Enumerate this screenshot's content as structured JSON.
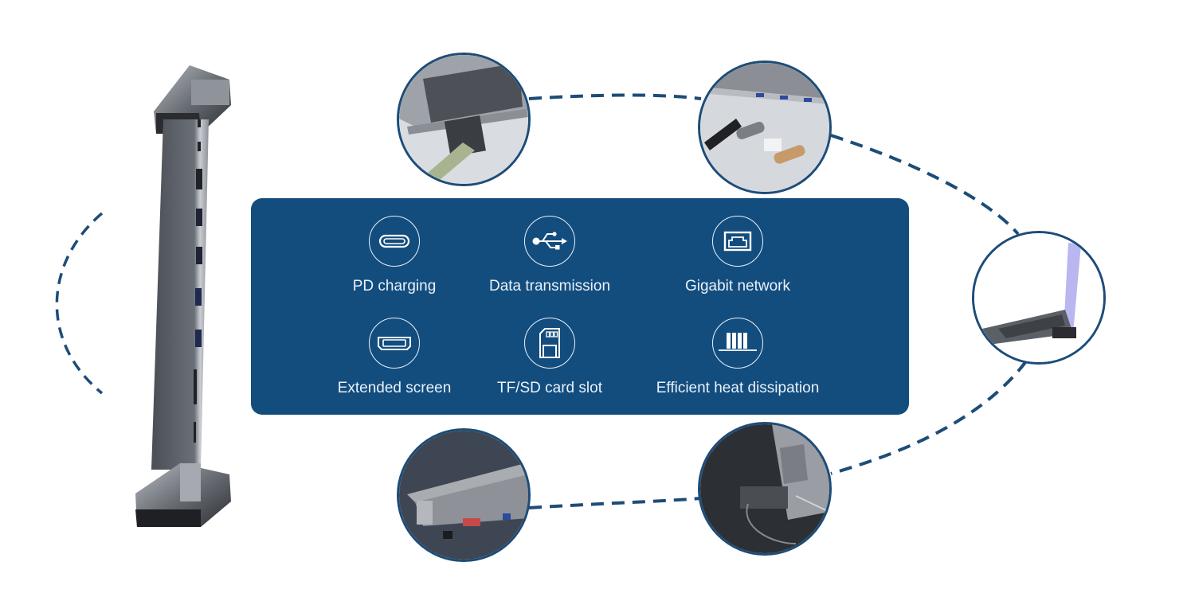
{
  "features": [
    {
      "label": "PD charging",
      "icon": "usb-c-port-icon"
    },
    {
      "label": "Data transmission",
      "icon": "usb-symbol-icon"
    },
    {
      "label": "Gigabit network",
      "icon": "ethernet-port-icon"
    },
    {
      "label": "Extended screen",
      "icon": "hdmi-port-icon"
    },
    {
      "label": "TF/SD card slot",
      "icon": "sd-card-icon"
    },
    {
      "label": "Efficient heat dissipation",
      "icon": "heat-sink-icon"
    }
  ],
  "photos": [
    {
      "name": "ethernet-cable-photo"
    },
    {
      "name": "usb-drives-photo"
    },
    {
      "name": "laptop-on-stand-photo"
    },
    {
      "name": "card-reader-photo"
    },
    {
      "name": "rear-ports-photo"
    }
  ],
  "colors": {
    "panel": "#134d7e",
    "accent": "#1d4c78",
    "text": "#e9f1fa"
  }
}
